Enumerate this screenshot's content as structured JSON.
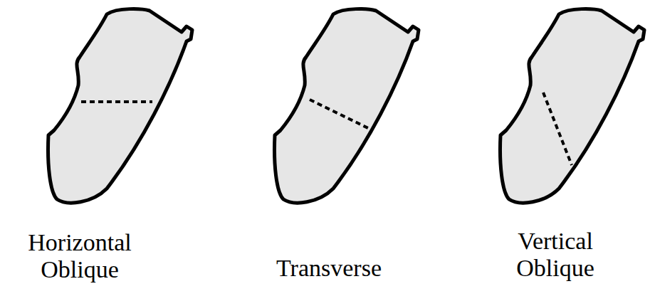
{
  "diagram": {
    "labels": [
      "Horizontal Oblique",
      "Transverse",
      "Vertical Oblique"
    ]
  }
}
